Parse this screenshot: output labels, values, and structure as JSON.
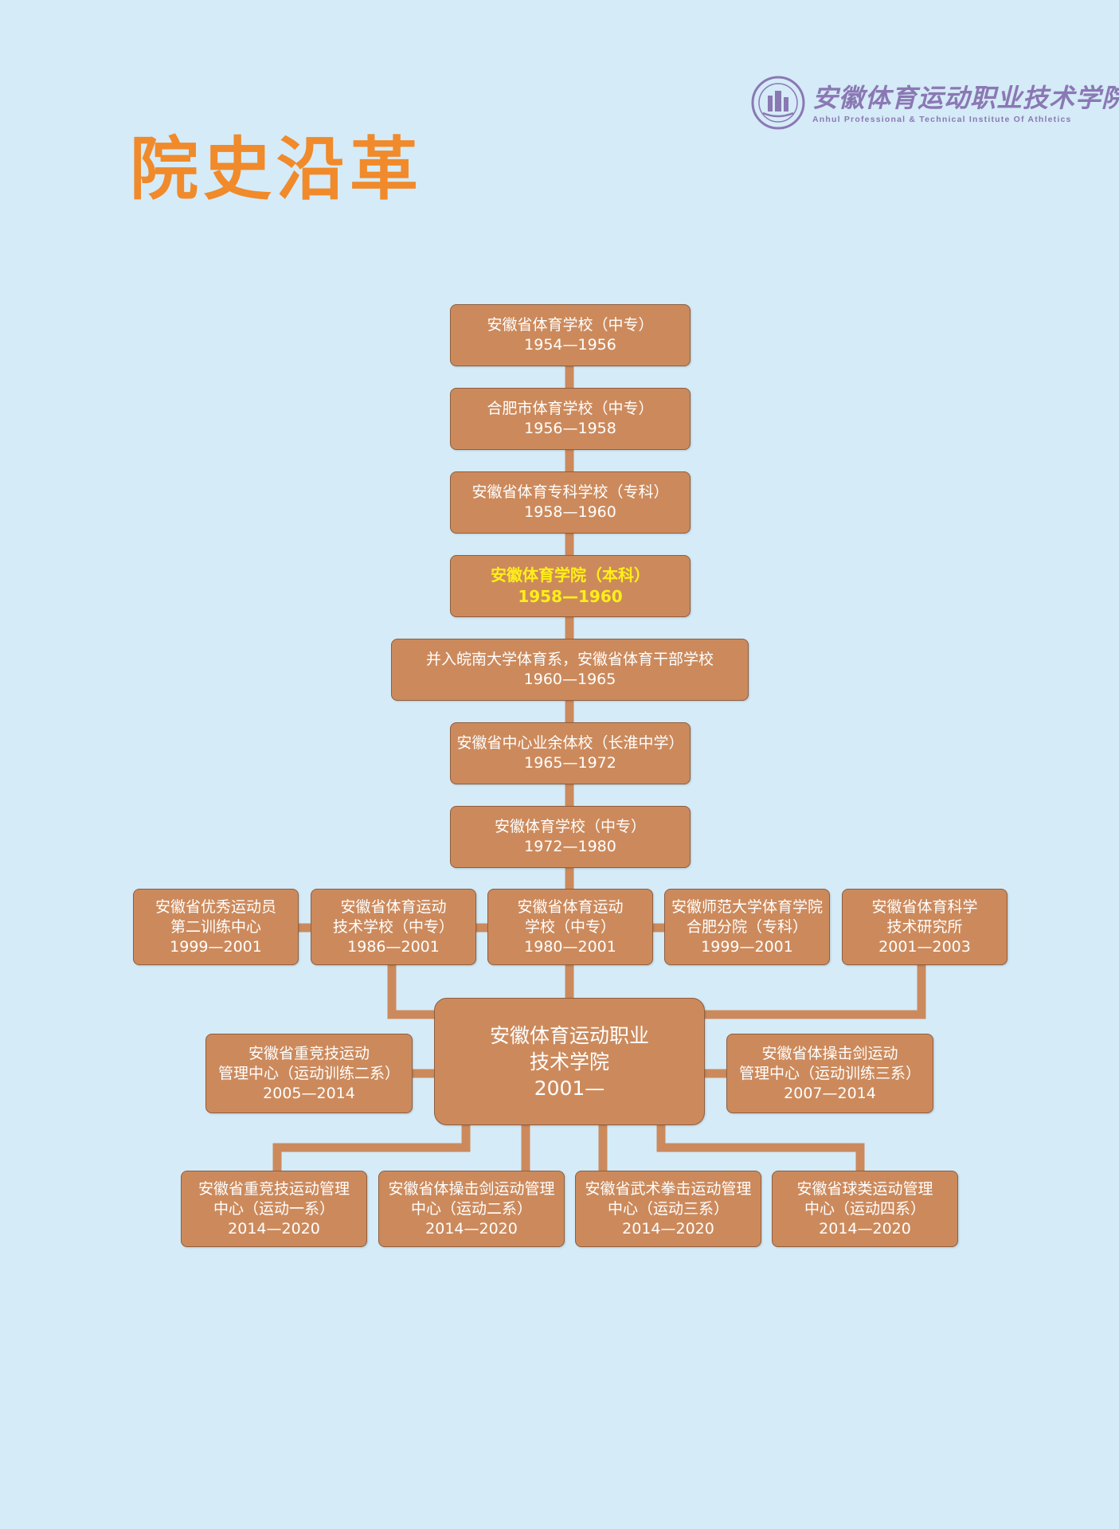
{
  "page": {
    "title": "院史沿革"
  },
  "logo": {
    "name": "安徽体育运动职业技术学院",
    "english": "Anhul Professional & Technical Institute Of Athletics"
  },
  "colors": {
    "background": "#d5ebf8",
    "title": "#f08a2b",
    "node_fill": "#cc8a5c",
    "node_border": "#8f5e3e",
    "node_text": "#ffffff",
    "highlight_text": "#ffef16",
    "logo": "#8a78b3"
  },
  "nodes": {
    "n1": {
      "lines": [
        "安徽省体育学校（中专）",
        "1954—1956"
      ]
    },
    "n2": {
      "lines": [
        "合肥市体育学校（中专）",
        "1956—1958"
      ]
    },
    "n3": {
      "lines": [
        "安徽省体育专科学校（专科）",
        "1958—1960"
      ]
    },
    "n4": {
      "lines": [
        "安徽体育学院（本科）",
        "1958—1960"
      ]
    },
    "n5": {
      "lines": [
        "并入皖南大学体育系，安徽省体育干部学校",
        "1960—1965"
      ]
    },
    "n6": {
      "lines": [
        "安徽省中心业余体校（长淮中学）",
        "1965—1972"
      ]
    },
    "n7": {
      "lines": [
        "安徽体育学校（中专）",
        "1972—1980"
      ]
    },
    "r1": {
      "lines": [
        "安徽省优秀运动员",
        "第二训练中心",
        "1999—2001"
      ]
    },
    "r2": {
      "lines": [
        "安徽省体育运动",
        "技术学校（中专）",
        "1986—2001"
      ]
    },
    "r3": {
      "lines": [
        "安徽省体育运动",
        "学校（中专）",
        "1980—2001"
      ]
    },
    "r4": {
      "lines": [
        "安徽师范大学体育学院",
        "合肥分院（专科）",
        "1999—2001"
      ]
    },
    "r5": {
      "lines": [
        "安徽省体育科学",
        "技术研究所",
        "2001—2003"
      ]
    },
    "c": {
      "lines": [
        "安徽体育运动职业",
        "技术学院",
        "2001—"
      ]
    },
    "s1": {
      "lines": [
        "安徽省重竞技运动",
        "管理中心（运动训练二系）",
        "2005—2014"
      ]
    },
    "s2": {
      "lines": [
        "安徽省体操击剑运动",
        "管理中心（运动训练三系）",
        "2007—2014"
      ]
    },
    "b1": {
      "lines": [
        "安徽省重竞技运动管理",
        "中心（运动一系）",
        "2014—2020"
      ]
    },
    "b2": {
      "lines": [
        "安徽省体操击剑运动管理",
        "中心（运动二系）",
        "2014—2020"
      ]
    },
    "b3": {
      "lines": [
        "安徽省武术拳击运动管理",
        "中心（运动三系）",
        "2014—2020"
      ]
    },
    "b4": {
      "lines": [
        "安徽省球类运动管理",
        "中心（运动四系）",
        "2014—2020"
      ]
    }
  }
}
